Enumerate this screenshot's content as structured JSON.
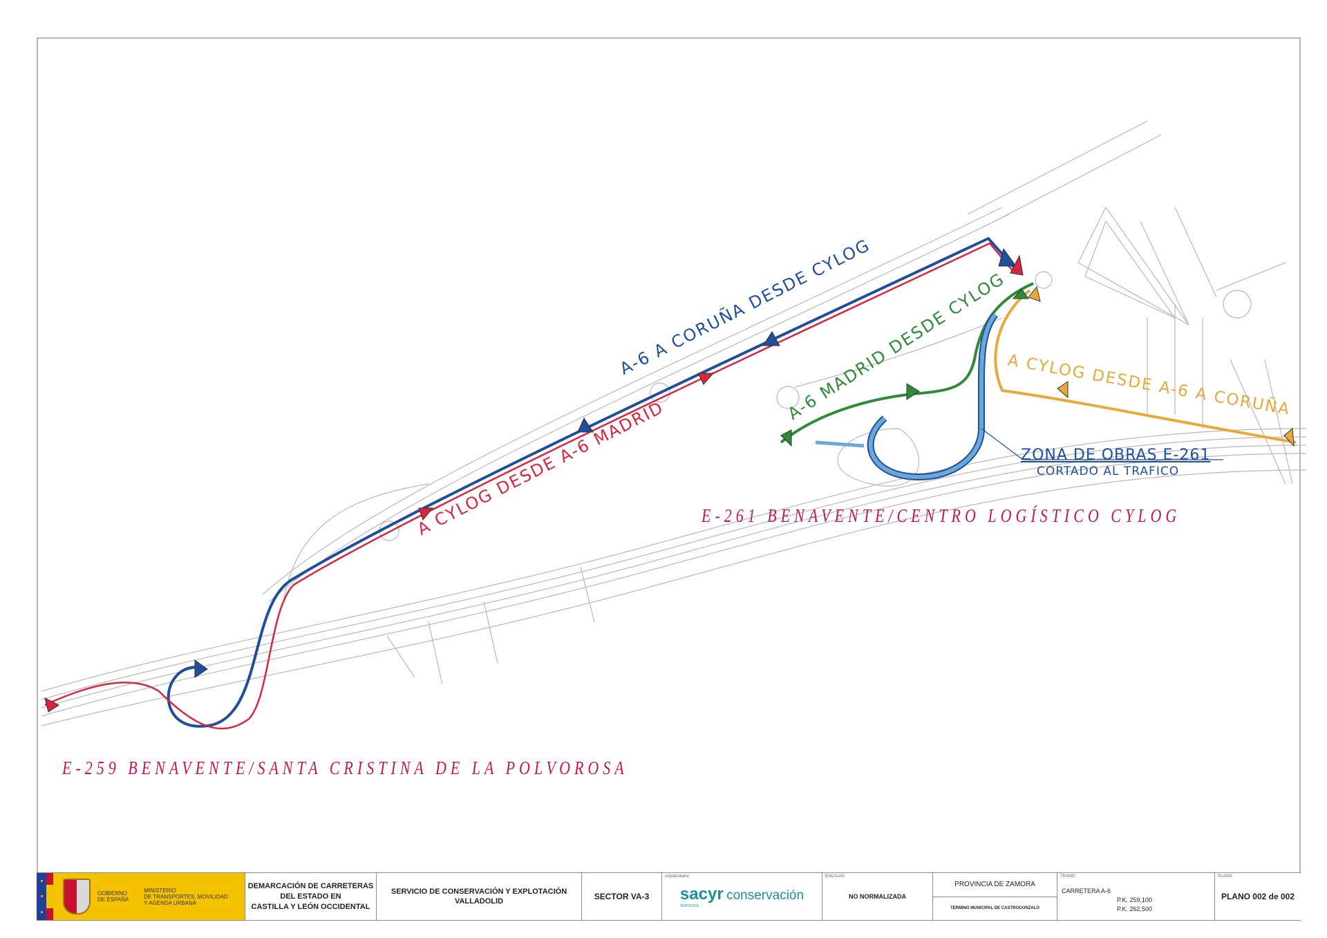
{
  "map": {
    "routes": [
      {
        "id": "blue",
        "label": "A-6 A CORUÑA DESDE CYLOG",
        "color": "#1f4e9c"
      },
      {
        "id": "red",
        "label": "A CYLOG DESDE A-6 MADRID",
        "color": "#d7263d"
      },
      {
        "id": "green",
        "label": "A-6 MADRID DESDE CYLOG",
        "color": "#2e8b3a"
      },
      {
        "id": "orange",
        "label": "A CYLOG DESDE A-6 A CORUÑA",
        "color": "#e8a93a"
      }
    ],
    "works_zone": {
      "title": "ZONA DE OBRAS E-261",
      "subtitle": "CORTADO AL TRAFICO",
      "color": "#1f4e9c",
      "fill_color": "#6aa8d8"
    },
    "road_labels": [
      {
        "text": "E-261   BENAVENTE/CENTRO LOGÍSTICO CYLOG",
        "color": "#c2185b"
      },
      {
        "text": "E-259   BENAVENTE/SANTA CRISTINA DE LA POLVOROSA",
        "color": "#c2185b"
      }
    ]
  },
  "title_block": {
    "government": {
      "line1": "GOBIERNO",
      "line2": "DE ESPAÑA",
      "ministry1": "MINISTERIO",
      "ministry2": "DE TRANSPORTES, MOVILIDAD",
      "ministry3": "Y AGENDA URBANA"
    },
    "demarcacion": [
      "DEMARCACIÓN DE CARRETERAS",
      "DEL ESTADO EN",
      "CASTILLA Y LEÓN OCCIDENTAL"
    ],
    "servicio": [
      "SERVICIO DE CONSERVACIÓN Y EXPLOTACIÓN",
      "VALLADOLID"
    ],
    "sector": "SECTOR VA-3",
    "adjudicatario": {
      "caption": "Adjudicatario:",
      "brand": "sacyr",
      "brand_suffix": "conservación",
      "sub": "SERVICIOS",
      "color": "#1a8fa3"
    },
    "escalas": {
      "caption": "ESCALAS:",
      "value": "NO NORMALIZADA"
    },
    "provincia": "PROVINCIA DE ZAMORA",
    "termino": "TERMINO MUNICIPAL DE CASTROGONZALO",
    "tramo": {
      "caption": "TRAMO",
      "carretera": "CARRETERA A-6",
      "pk_start": "P.K. 259,100",
      "pk_end": "P.K. 262,500"
    },
    "plano": {
      "caption": "PLANO:",
      "value": "PLANO 002 de 002"
    }
  }
}
